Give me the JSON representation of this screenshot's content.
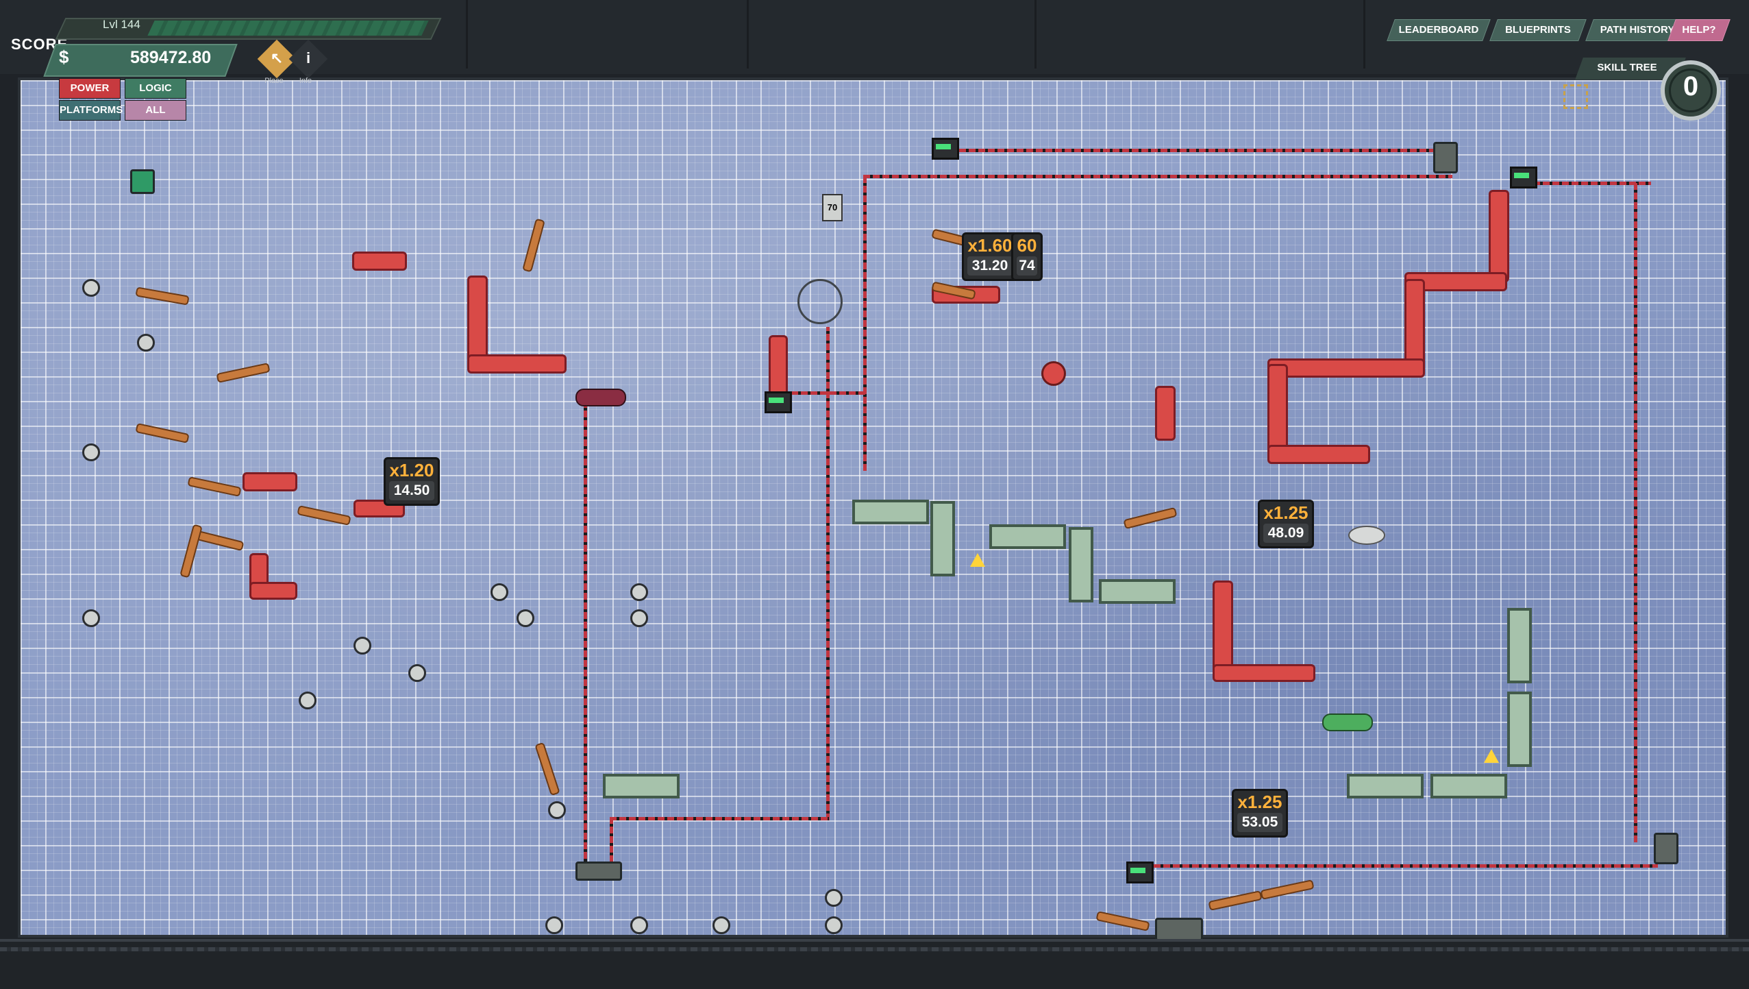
{
  "hud": {
    "score_label": "SCORE",
    "level": "Lvl 144",
    "currency_symbol": "$",
    "money": "589472.80",
    "filters": [
      {
        "label": "POWER",
        "color": "#c73a3f"
      },
      {
        "label": "LOGIC",
        "color": "#3f7c63"
      },
      {
        "label": "PLATFORMS",
        "color": "#3f6f73"
      },
      {
        "label": "ALL",
        "color": "#b786a8"
      }
    ],
    "tools": [
      {
        "label": "Place",
        "icon": "cursor-arrow-icon"
      },
      {
        "label": "Info",
        "icon": "info-icon",
        "glyph": "i"
      }
    ]
  },
  "topnav": {
    "leaderboard": "LEADERBOARD",
    "blueprints": "BLUEPRINTS",
    "path_history": "PATH HISTORY",
    "help": "HELP?"
  },
  "skill_tree": {
    "label": "SKILL TREE",
    "points": "0"
  },
  "multiplier_tags": [
    {
      "multiplier": "x1.20",
      "value": "14.50"
    },
    {
      "multiplier": "x1.60",
      "value": "31.20",
      "extra_top": "60",
      "extra_bottom": "74"
    },
    {
      "multiplier": "x1.25",
      "value": "48.09"
    },
    {
      "multiplier": "x1.25",
      "value": "53.05"
    }
  ],
  "sign_post": {
    "text": "70"
  },
  "colors": {
    "board": "#8b9cc6",
    "wire": "#c23540",
    "pipe": "#d94a47",
    "panel": "#a6c2ab",
    "tag_text": "#ffb13b"
  }
}
